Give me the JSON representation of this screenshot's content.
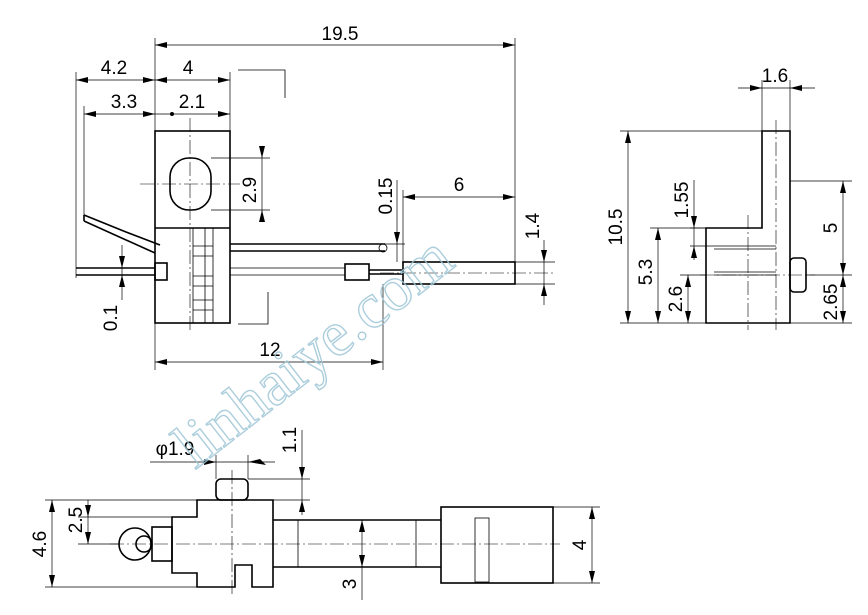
{
  "watermark": "linhaiye.com",
  "dimensions": {
    "d_19_5": "19.5",
    "d_4_2": "4.2",
    "d_4": "4",
    "d_3_3": "3.3",
    "d_2_1": "2.1",
    "d_2_9": "2.9",
    "d_0_15": "0.15",
    "d_6": "6",
    "d_1_4": "1.4",
    "d_0_1": "0.1",
    "d_12": "12",
    "d_1_6": "1.6",
    "d_10_5": "10.5",
    "d_1_55": "1.55",
    "d_5": "5",
    "d_5_3": "5.3",
    "d_2_6": "2.6",
    "d_2_65": "2.65",
    "d_phi_1_9": "φ1.9",
    "d_1_1": "1.1",
    "d_2_5": "2.5",
    "d_4_6": "4.6",
    "d_3": "3",
    "d_4_bottom": "4"
  }
}
